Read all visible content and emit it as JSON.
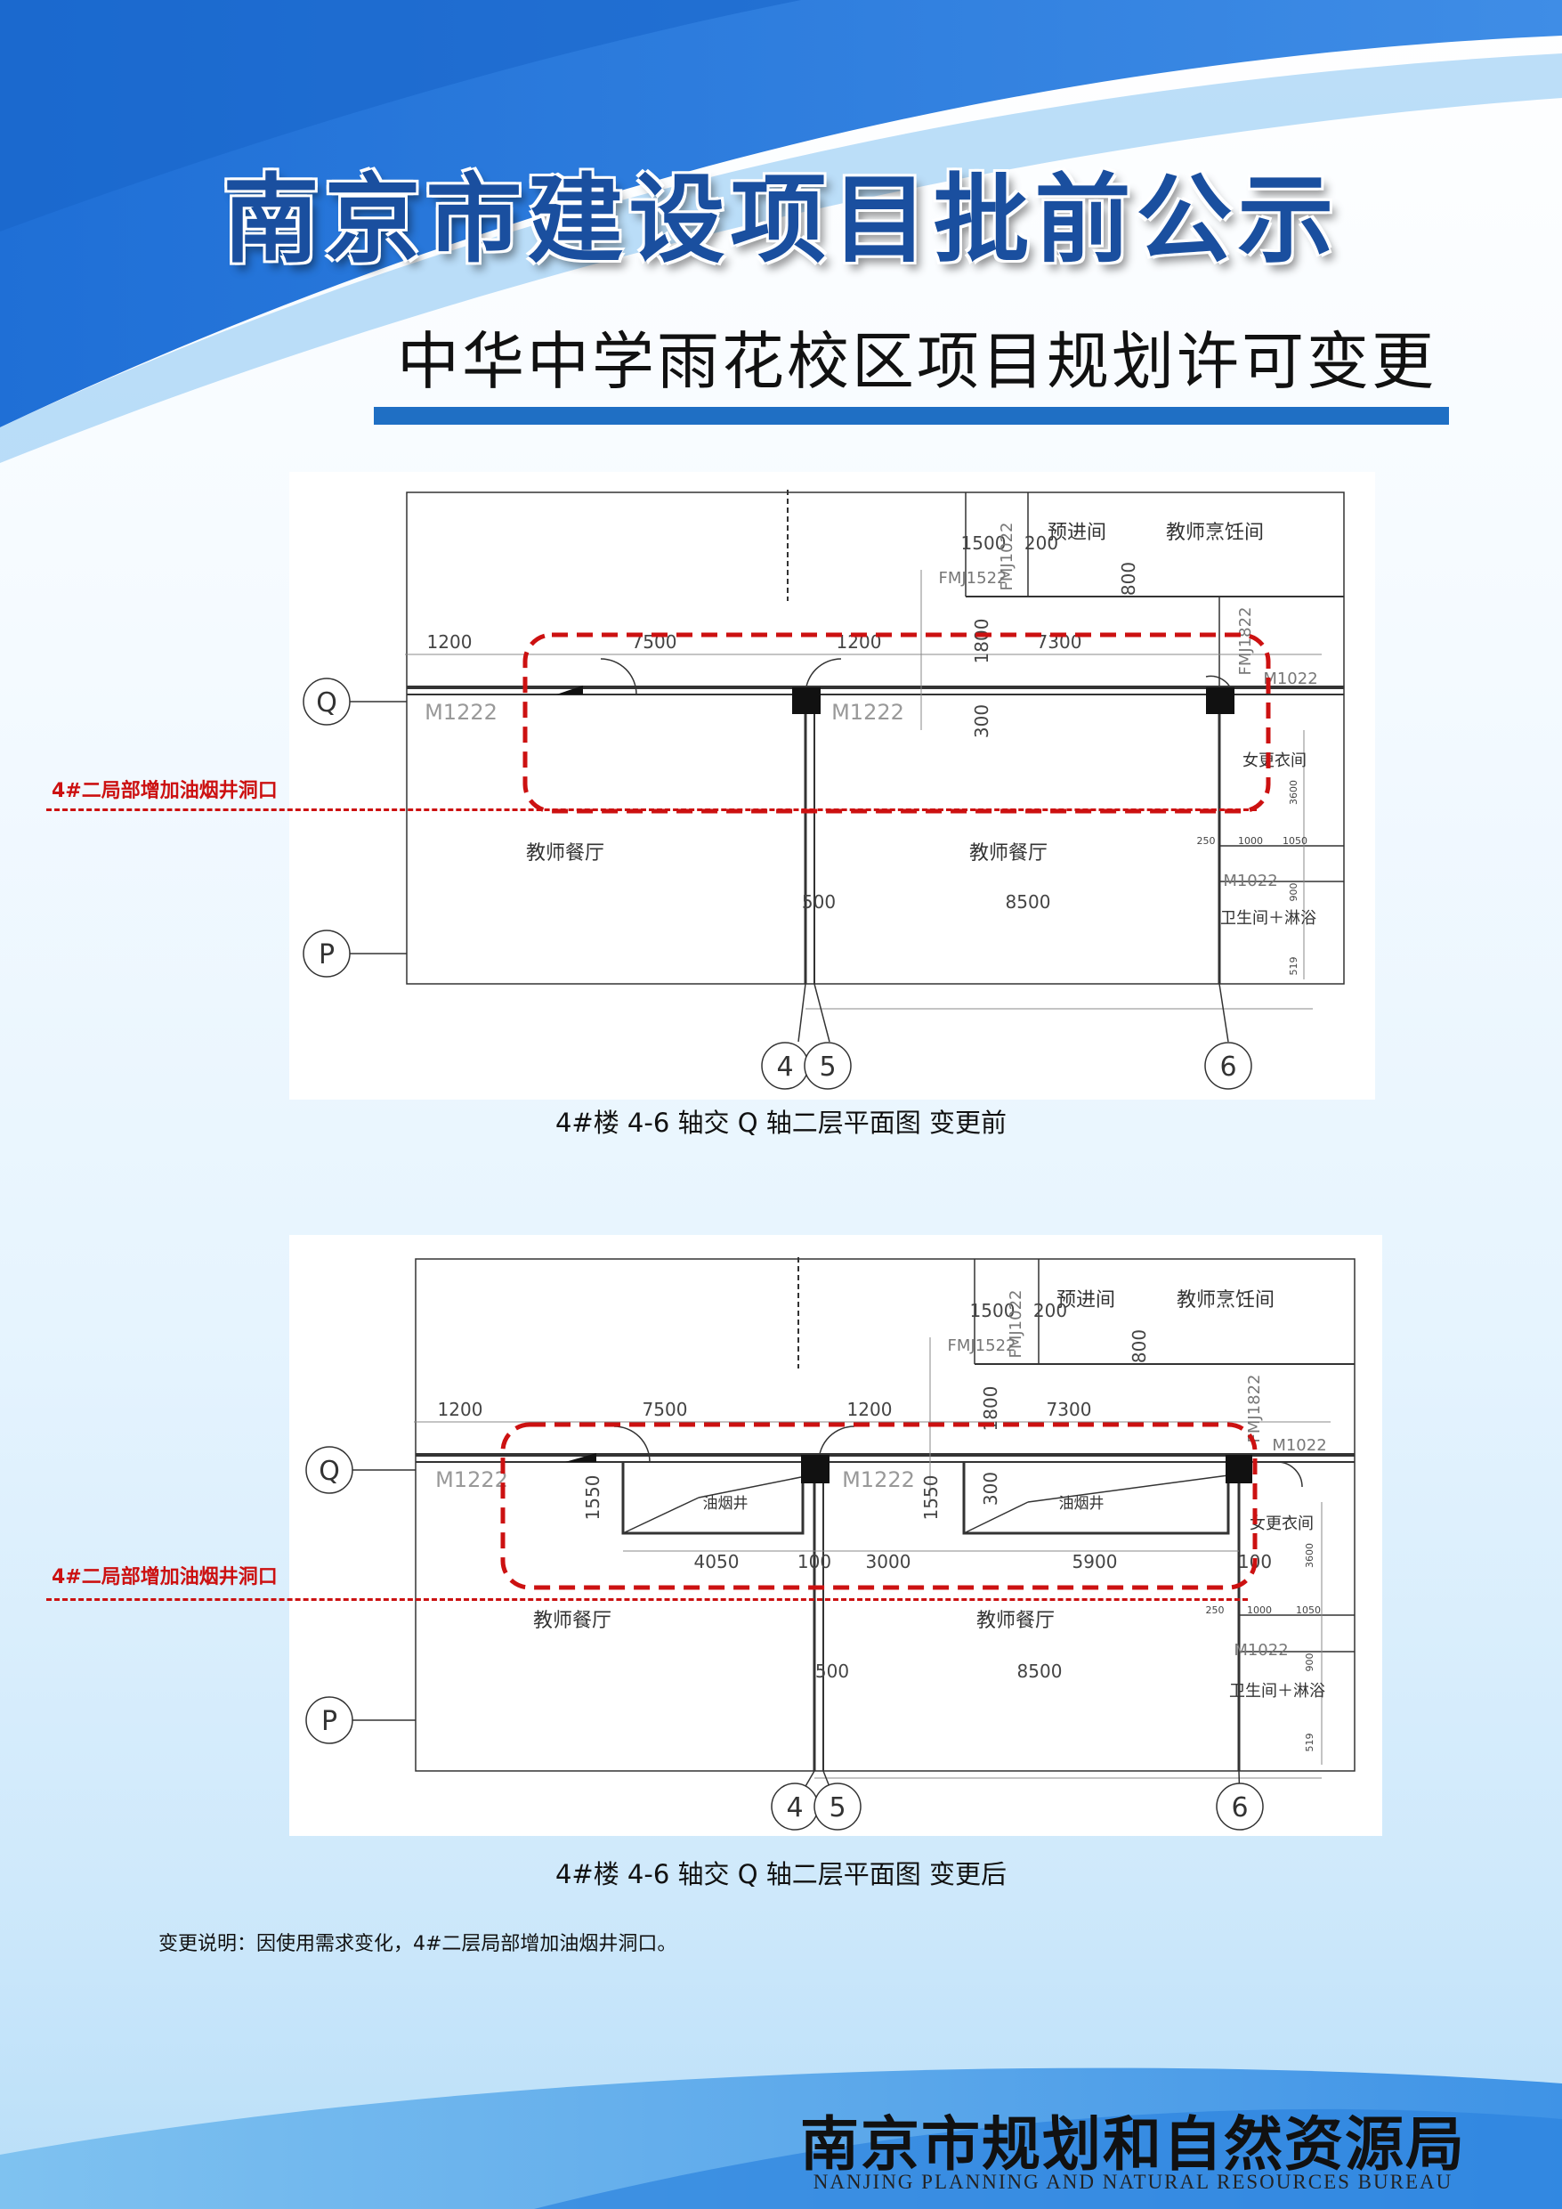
{
  "header": {
    "main_title": "南京市建设项目批前公示",
    "sub_title": "中华中学雨花校区项目规划许可变更"
  },
  "colors": {
    "title_blue": "#1a4f9f",
    "bar_blue": "#1f6fc4",
    "annotation_red": "#cc1111"
  },
  "drawings": {
    "before": {
      "caption": "4#楼 4-6 轴交 Q 轴二层平面图 变更前",
      "annotation": "4#二局部增加油烟井洞口",
      "axis_Q": "Q",
      "axis_P": "P",
      "axis_4": "4",
      "axis_5": "5",
      "axis_6": "6",
      "room_dining_left": "教师餐厅",
      "room_dining_right": "教师餐厅",
      "room_prep": "预进间",
      "room_kitchen": "教师烹饪间",
      "room_locker": "女更衣间",
      "room_wc": "卫生间＋淋浴",
      "dim_1200a": "1200",
      "dim_7500": "7500",
      "dim_1200b": "1200",
      "dim_7300": "7300",
      "dim_1500": "1500",
      "dim_200": "200",
      "dim_1800": "1800",
      "dim_300": "300",
      "dim_800": "800",
      "dim_500": "500",
      "dim_8500": "8500",
      "dim_250": "250",
      "dim_1000": "1000",
      "dim_1050": "1050",
      "dim_3600": "3600",
      "dim_900": "900",
      "dim_519": "519",
      "door_m1222a": "M1222",
      "door_m1222b": "M1222",
      "door_fmj1522": "FMJ1522",
      "door_fmj1022": "FMJ1022",
      "door_fmj1822": "FMJ1822",
      "door_m1022a": "M1022",
      "door_m1022b": "M1022"
    },
    "after": {
      "caption": "4#楼  4-6 轴交 Q 轴二层平面图 变更后",
      "annotation": "4#二局部增加油烟井洞口",
      "axis_Q": "Q",
      "axis_P": "P",
      "axis_4": "4",
      "axis_5": "5",
      "axis_6": "6",
      "room_dining_left": "教师餐厅",
      "room_dining_right": "教师餐厅",
      "room_prep": "预进间",
      "room_kitchen": "教师烹饪间",
      "room_locker": "女更衣间",
      "room_wc": "卫生间＋淋浴",
      "shaft_left": "油烟井",
      "shaft_right": "油烟井",
      "dim_1200a": "1200",
      "dim_7500": "7500",
      "dim_1200b": "1200",
      "dim_7300": "7300",
      "dim_1500": "1500",
      "dim_200": "200",
      "dim_1800": "1800",
      "dim_300": "300",
      "dim_800": "800",
      "dim_500": "500",
      "dim_8500": "8500",
      "dim_1550a": "1550",
      "dim_1550b": "1550",
      "dim_4050": "4050",
      "dim_100a": "100",
      "dim_3000": "3000",
      "dim_5900": "5900",
      "dim_100b": "100",
      "dim_250": "250",
      "dim_1000": "1000",
      "dim_1050": "1050",
      "dim_3600": "3600",
      "dim_900": "900",
      "dim_519": "519",
      "door_m1222a": "M1222",
      "door_m1222b": "M1222",
      "door_fmj1522": "FMJ1522",
      "door_fmj1022": "FMJ1022",
      "door_fmj1822": "FMJ1822",
      "door_m1022a": "M1022",
      "door_m1022b": "M1022"
    }
  },
  "note": "变更说明：因使用需求变化，4#二层局部增加油烟井洞口。",
  "footer": {
    "agency_cn": "南京市规划和自然资源局",
    "agency_en": "NANJING PLANNING AND NATURAL RESOURCES BUREAU"
  }
}
